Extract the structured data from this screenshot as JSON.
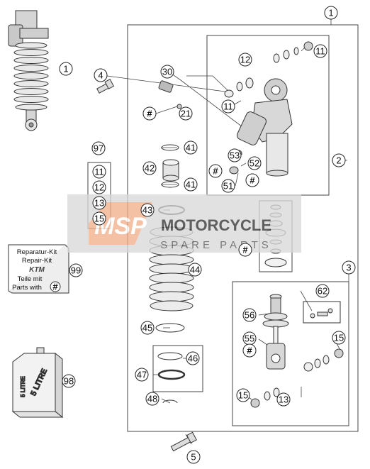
{
  "callouts": {
    "c1_top": "1",
    "c1_left": "1",
    "c2": "2",
    "c3": "3",
    "c4": "4",
    "c5": "5",
    "c11_a": "11",
    "c11_b": "11",
    "c12": "12",
    "c13": "13",
    "c15_a": "15",
    "c15_b": "15",
    "c21": "21",
    "c30": "30",
    "c41_a": "41",
    "c41_b": "41",
    "c42": "42",
    "c43": "43",
    "c44": "44",
    "c45": "45",
    "c46": "46",
    "c47": "47",
    "c48": "48",
    "c51": "51",
    "c52": "52",
    "c53": "53",
    "c55": "55",
    "c56": "56",
    "c62": "62",
    "c97": "97",
    "c98": "98",
    "c99": "99"
  },
  "kit97_items": [
    "11",
    "12",
    "13",
    "15"
  ],
  "hash_symbol": "#",
  "repair_kit": {
    "line1": "Reparatur-Kit",
    "line2": "Repair-Kit",
    "brand": "KTM",
    "line3": "Teile mit",
    "line4": "Parts with",
    "symbol": "#"
  },
  "oil_can": {
    "label_a": "5 LITRE",
    "label_b": "5 LITRE"
  },
  "watermark": {
    "logo": "MSP",
    "title": "MOTORCYCLE",
    "subtitle": "SPARE PARTS"
  },
  "colors": {
    "line": "#333333",
    "watermark_bg": "#d9d9d9",
    "watermark_logo": "#f3b08c"
  }
}
